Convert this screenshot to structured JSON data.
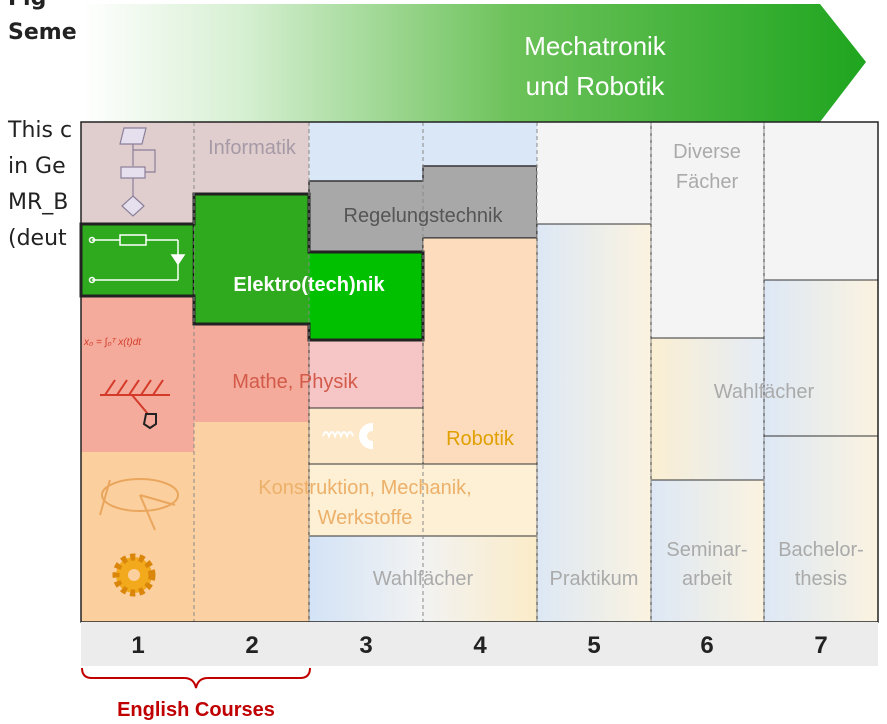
{
  "background_text": {
    "heading": "Fig",
    "subheading": "Seme",
    "paragraph_lines": [
      "This c",
      "in Ge",
      "MR_B",
      "(deut"
    ]
  },
  "banner": {
    "line1": "Mechatronik",
    "line2": "und Robotik"
  },
  "blocks": {
    "informatik": "Informatik",
    "regelungstechnik": "Regelungstechnik",
    "elektrotechnik": "Elektro(tech)nik",
    "mathe_physik": "Mathe, Physik",
    "robotik": "Robotik",
    "konstruktion_line1": "Konstruktion, Mechanik,",
    "konstruktion_line2": "Werkstoffe",
    "wahlfaecher_bottom": "Wahlfächer",
    "praktikum": "Praktikum",
    "diverse_line1": "Diverse",
    "diverse_line2": "Fächer",
    "wahlfaecher_right": "Wahlfächer",
    "seminar_line1": "Seminar-",
    "seminar_line2": "arbeit",
    "bachelor_line1": "Bachelor-",
    "bachelor_line2": "thesis"
  },
  "formula": "x₀ = ∫₀ᵀ x(t)dt",
  "semesters": [
    "1",
    "2",
    "3",
    "4",
    "5",
    "6",
    "7"
  ],
  "english_courses": "English Courses",
  "colors": {
    "banner_green": "#26a826",
    "electro_green": "#2faa1e",
    "electro_bright": "#00c800",
    "informatik": "#dcc8c8",
    "regelung": "#a9a9a9",
    "mathe": "#f4a99a",
    "mechanik": "#fcd6a8",
    "robotik_text": "#e0a000",
    "english_red": "#c00000"
  }
}
